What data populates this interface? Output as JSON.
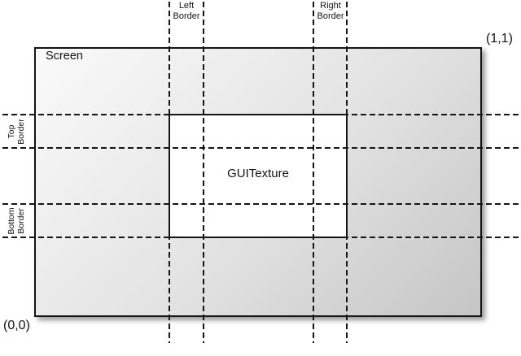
{
  "diagram": {
    "screen_label": "Screen",
    "texture_label": "GUITexture",
    "coords": {
      "top_right": "(1,1)",
      "bottom_left": "(0,0)"
    },
    "borders": {
      "left": "Left Border",
      "right": "Right Border",
      "top": "Top Border",
      "bottom": "Bottom Border"
    },
    "colors": {
      "screen_gradient_start": "#fafafa",
      "screen_gradient_end": "#c5c5c5",
      "line": "#141414",
      "texture_fill": "#ffffff",
      "background": "#ffffff"
    }
  }
}
